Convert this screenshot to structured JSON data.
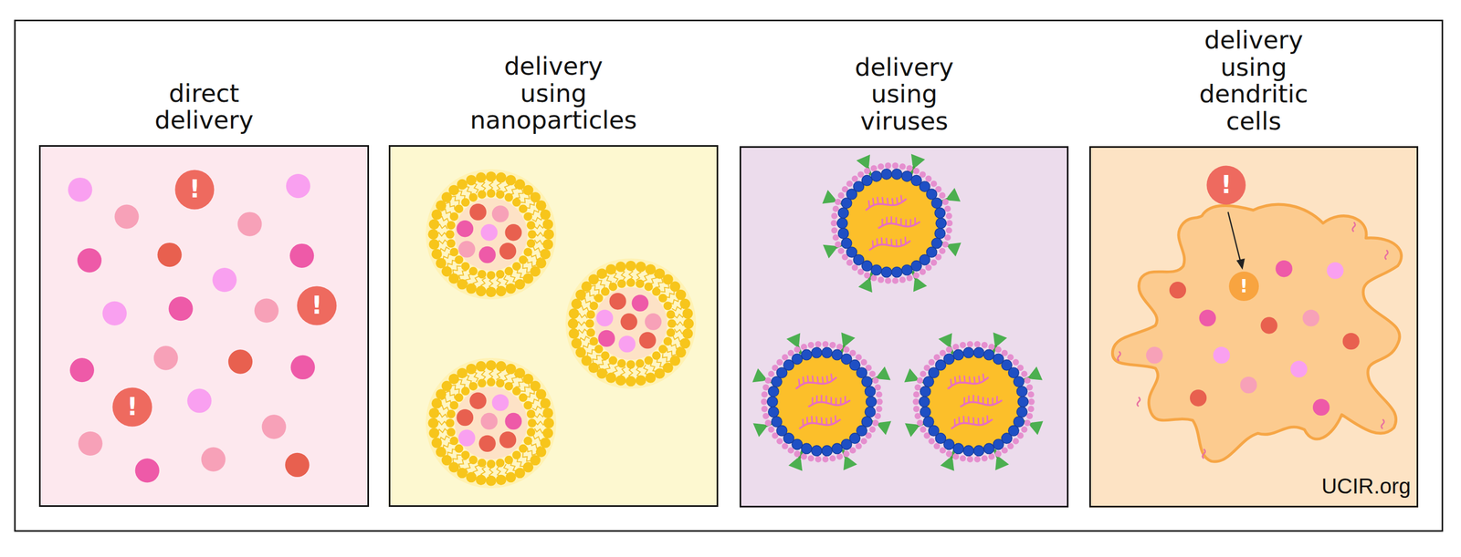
{
  "diagram": {
    "nodes": [
      {
        "text": [
          "direct delivery"
        ]
      },
      {
        "text": [
          "delivery using nanoparticles"
        ]
      },
      {
        "text": [
          "delivery using viruses"
        ]
      },
      {
        "text": [
          "delivery using dendritic cells"
        ]
      }
    ],
    "labels": [
      "!",
      "!",
      "!",
      "!",
      "!",
      "UCIR.org"
    ]
  }
}
